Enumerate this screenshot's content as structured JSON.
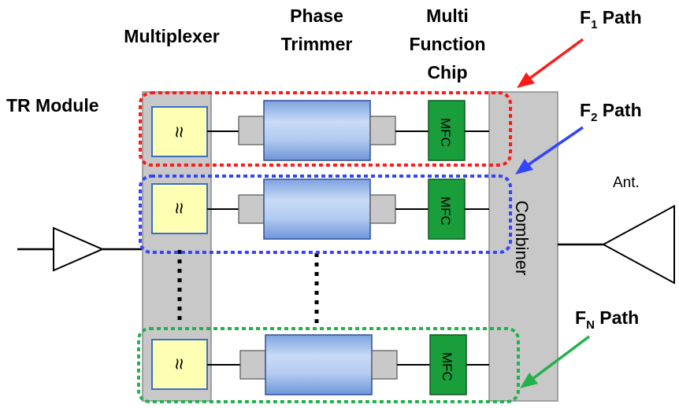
{
  "labels": {
    "tr_module": "TR Module",
    "multiplexer": "Multiplexer",
    "phase_trimmer_line1": "Phase",
    "phase_trimmer_line2": "Trimmer",
    "mfc_header_line1": "Multi",
    "mfc_header_line2": "Function",
    "mfc_header_line3": "Chip",
    "combiner": "Combiner",
    "antenna": "Ant.",
    "mfc_chip": "MFC",
    "filter_symbol": "≈"
  },
  "paths": [
    {
      "label": "F",
      "subscript": "1",
      "suffix": " Path",
      "color": "#ff1a1a"
    },
    {
      "label": "F",
      "subscript": "2",
      "suffix": " Path",
      "color": "#3344ff"
    },
    {
      "label": "F",
      "subscript": "N",
      "suffix": " Path",
      "color": "#22b14c"
    }
  ],
  "colors": {
    "panel_gray": "#c8c8c8",
    "filter_fill": "#ffffb3",
    "filter_border": "#3a6fc4",
    "trimmer_fill": "#a9c4ee",
    "mfc_fill": "#1a9e3c",
    "connector_gray": "#c9c9c9"
  }
}
